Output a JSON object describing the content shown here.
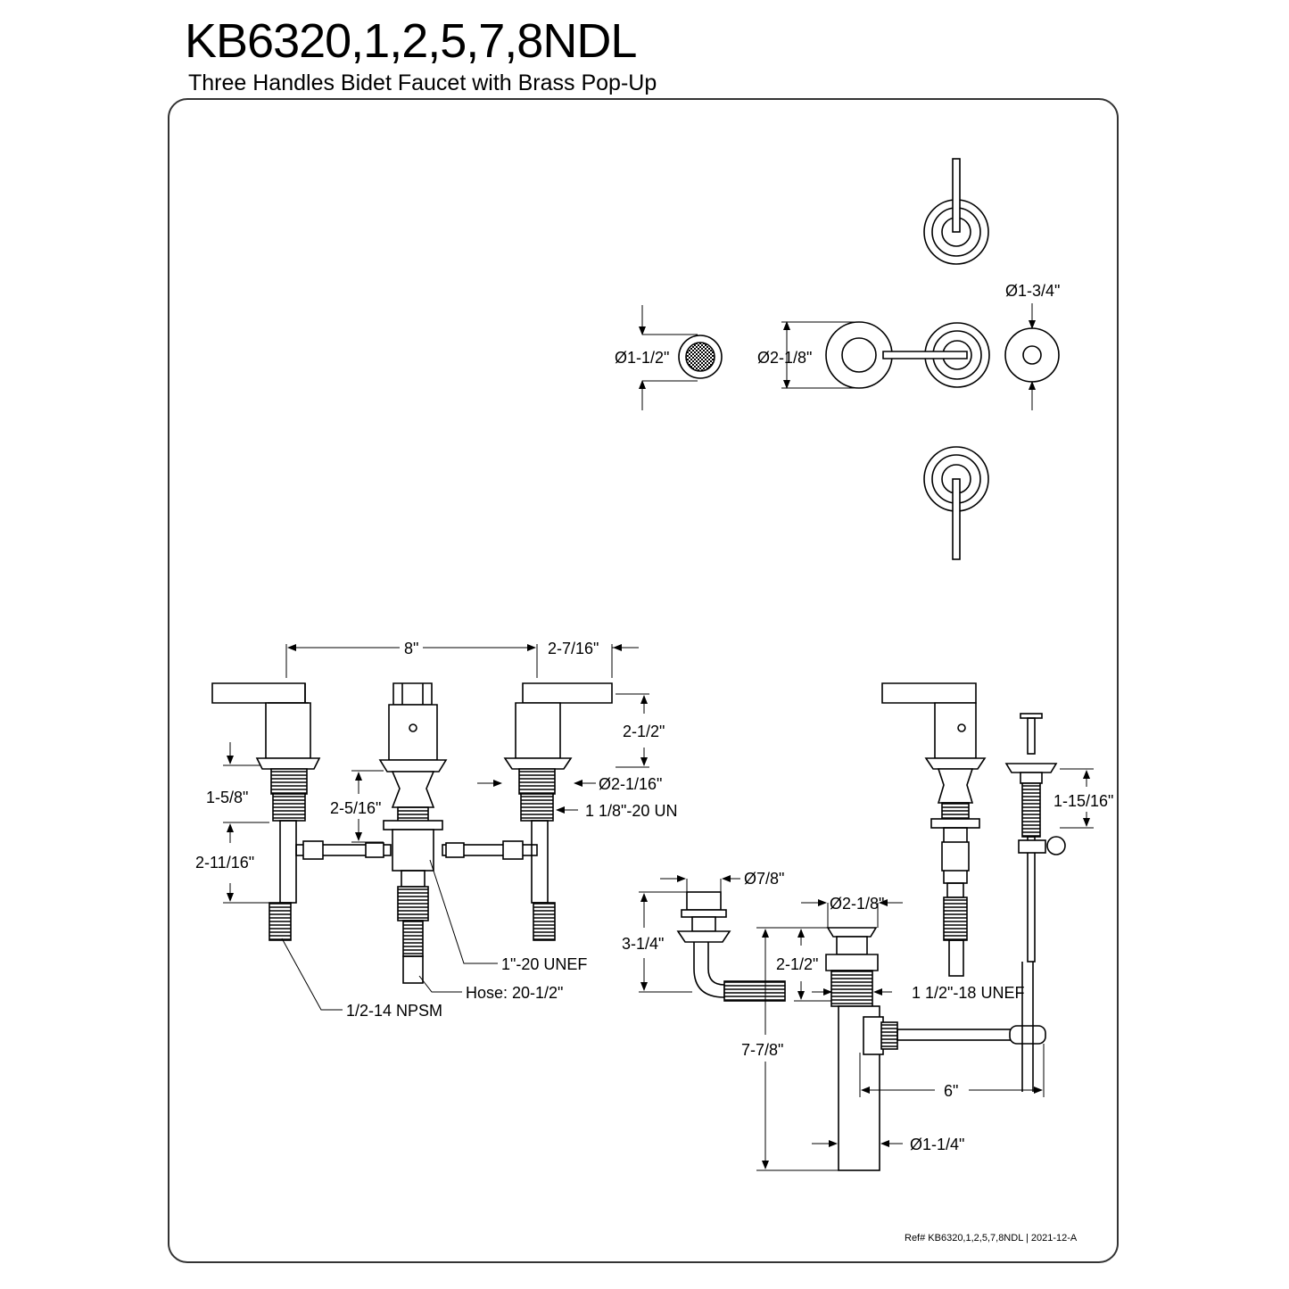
{
  "header": {
    "title": "KB6320,1,2,5,7,8NDL",
    "subtitle": "Three Handles Bidet Faucet with Brass Pop-Up"
  },
  "dimensions": {
    "aerator_dia": "Ø1-1/2\"",
    "escutcheon_dia": "Ø2-1/8\"",
    "flange_dia": "Ø1-3/4\"",
    "spread": "8\"",
    "handle_reach": "2-7/16\"",
    "handle_height": "2-1/2\"",
    "shank_base_dia": "Ø2-1/16\"",
    "shank_thread": "1 1/8\"-20 UN",
    "riser_height": "1-5/8\"",
    "center_height": "2-5/16\"",
    "shank_length": "2-11/16\"",
    "center_thread": "1\"-20 UNEF",
    "hose": "Hose: 20-1/2\"",
    "supply_thread": "1/2-14 NPSM",
    "rod_height": "1-15/16\"",
    "spray_dia": "Ø7/8\"",
    "spray_height": "3-1/4\"",
    "drain_flange_dia": "Ø2-1/8\"",
    "drain_upper": "2-1/2\"",
    "drain_thread": "1 1/2\"-18 UNEF",
    "drain_length": "7-7/8\"",
    "pivot_length": "6\"",
    "tailpiece_dia": "Ø1-1/4\""
  },
  "footer": {
    "ref": "Ref# KB6320,1,2,5,7,8NDL | 2021-12-A"
  },
  "colors": {
    "line": "#000000",
    "frame": "#333333",
    "background": "#ffffff"
  }
}
